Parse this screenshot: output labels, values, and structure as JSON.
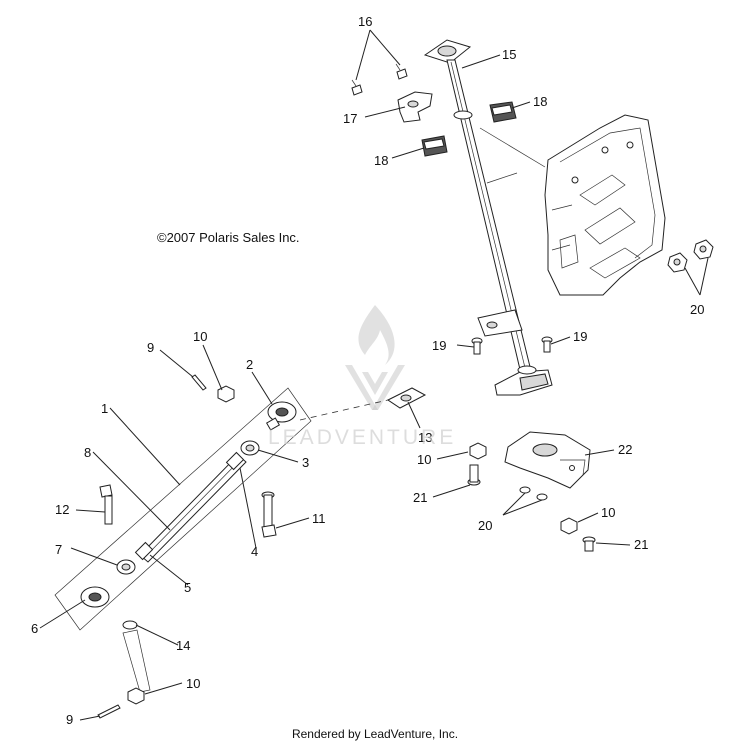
{
  "copyright": "©2007 Polaris Sales Inc.",
  "footer": "Rendered by LeadVenture, Inc.",
  "watermark": "LEADVENTURE",
  "callouts": {
    "c1": "1",
    "c2": "2",
    "c3": "3",
    "c4": "4",
    "c5": "5",
    "c6": "6",
    "c7": "7",
    "c8": "8",
    "c9a": "9",
    "c9b": "9",
    "c10a": "10",
    "c10b": "10",
    "c10c": "10",
    "c10d": "10",
    "c11": "11",
    "c12": "12",
    "c13": "13",
    "c14": "14",
    "c15": "15",
    "c16": "16",
    "c17": "17",
    "c18a": "18",
    "c18b": "18",
    "c19a": "19",
    "c19b": "19",
    "c20a": "20",
    "c20b": "20",
    "c21a": "21",
    "c21b": "21",
    "c22": "22"
  }
}
